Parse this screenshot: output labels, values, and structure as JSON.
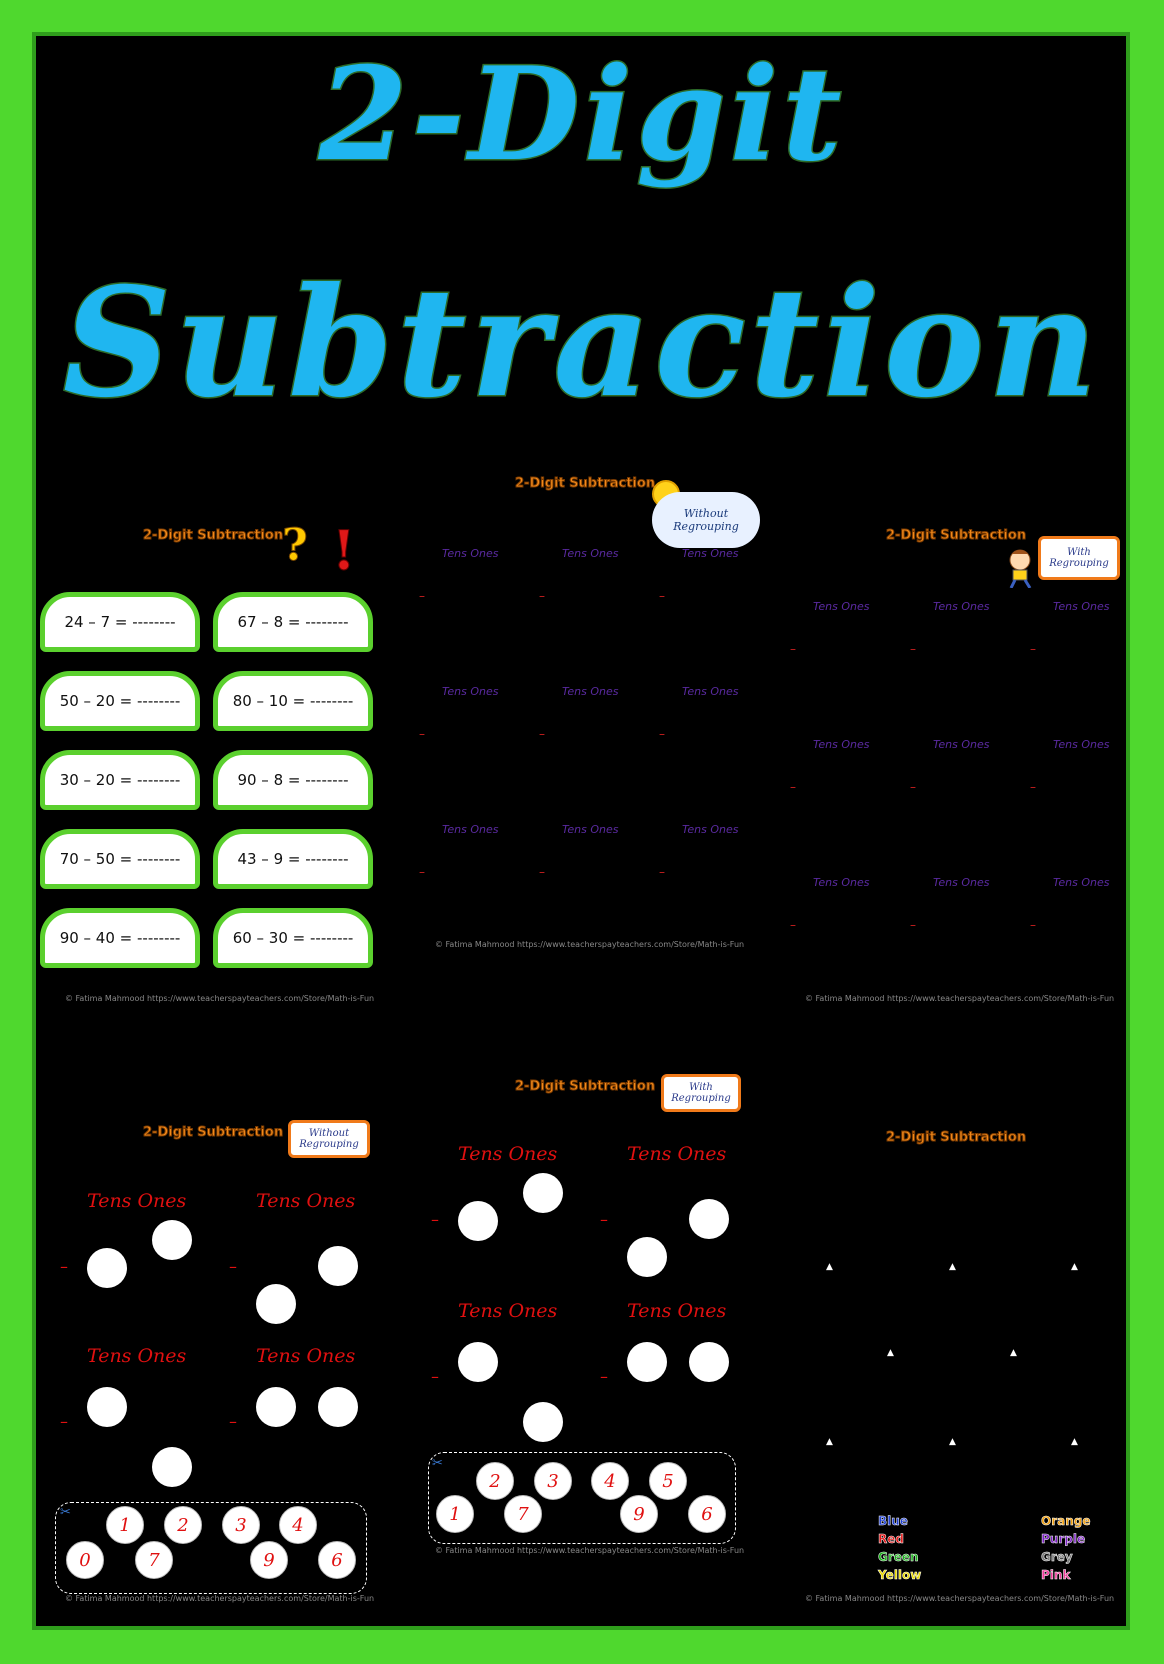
{
  "title": {
    "line1": "2-Digit",
    "line2": "Subtraction"
  },
  "panel_title": "2-Digit Subtraction",
  "copyright": "© Fatima Mahmood   https://www.teacherspayteachers.com/Store/Math-is-Fun",
  "column_labels": {
    "tens": "Tens",
    "ones": "Ones"
  },
  "minus": "–",
  "badges": {
    "without_regrouping": "Without Regrouping",
    "with_regrouping": "With Regrouping"
  },
  "cards": [
    "24 – 7 = --------",
    "67 – 8 = --------",
    "50 – 20 = --------",
    "80 – 10 = --------",
    "30 – 20 = --------",
    "90 – 8 = --------",
    "70 – 50 = --------",
    "43 – 9 = --------",
    "90 – 40 = --------",
    "60 – 30 = --------"
  ],
  "question_mark": "?",
  "exclamation_mark": "!",
  "number_tray_bottom_left": [
    "1",
    "2",
    "3",
    "4",
    "0",
    "7",
    "9",
    "6"
  ],
  "number_tray_bottom_middle": [
    "2",
    "3",
    "4",
    "5",
    "1",
    "7",
    "9",
    "6"
  ],
  "colors": [
    {
      "name": "Blue",
      "hex": "#1f3fd0"
    },
    {
      "name": "Red",
      "hex": "#e01010"
    },
    {
      "name": "Green",
      "hex": "#18b018"
    },
    {
      "name": "Yellow",
      "hex": "#e8d800"
    },
    {
      "name": "Orange",
      "hex": "#f0a010"
    },
    {
      "name": "Purple",
      "hex": "#7a20c0"
    },
    {
      "name": "Grey",
      "hex": "#777777"
    },
    {
      "name": "Pink",
      "hex": "#f03a9a"
    }
  ],
  "triangle": "▲"
}
